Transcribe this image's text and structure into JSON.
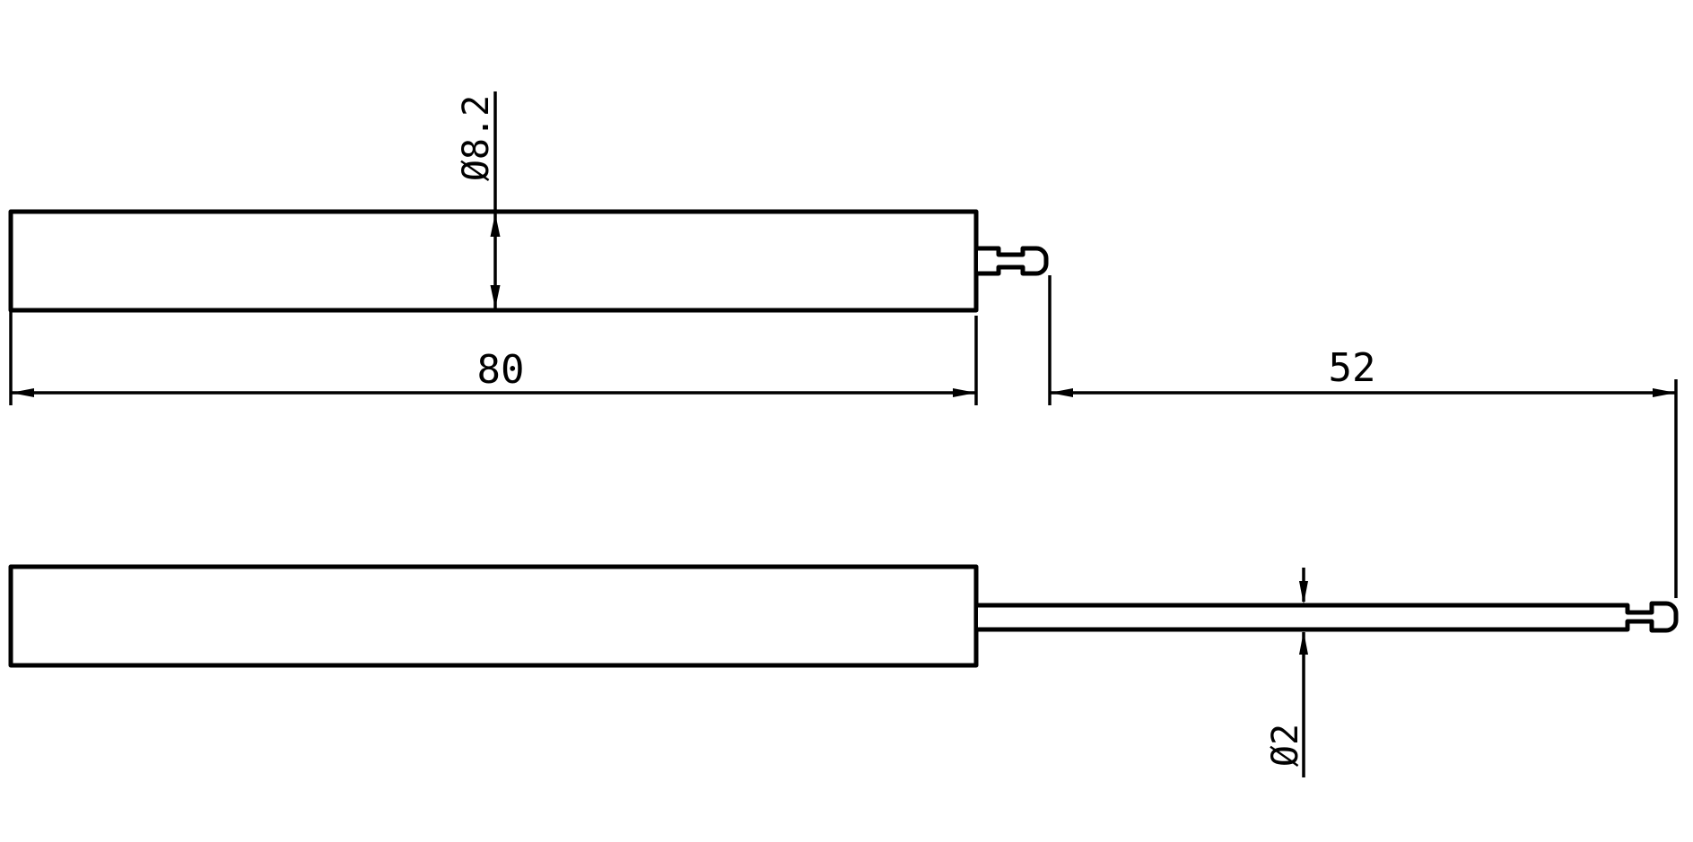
{
  "drawing": {
    "kind": "technical-drawing",
    "colors": {
      "background": "#ffffff",
      "line": "#000000"
    },
    "dimensions": {
      "body_diameter": {
        "label": "Ø8.2",
        "value": 8.2
      },
      "body_length": {
        "label": "80",
        "value": 80
      },
      "tip_length": {
        "label": "52",
        "value": 52
      },
      "rod_diameter": {
        "label": "Ø2",
        "value": 2
      }
    }
  }
}
